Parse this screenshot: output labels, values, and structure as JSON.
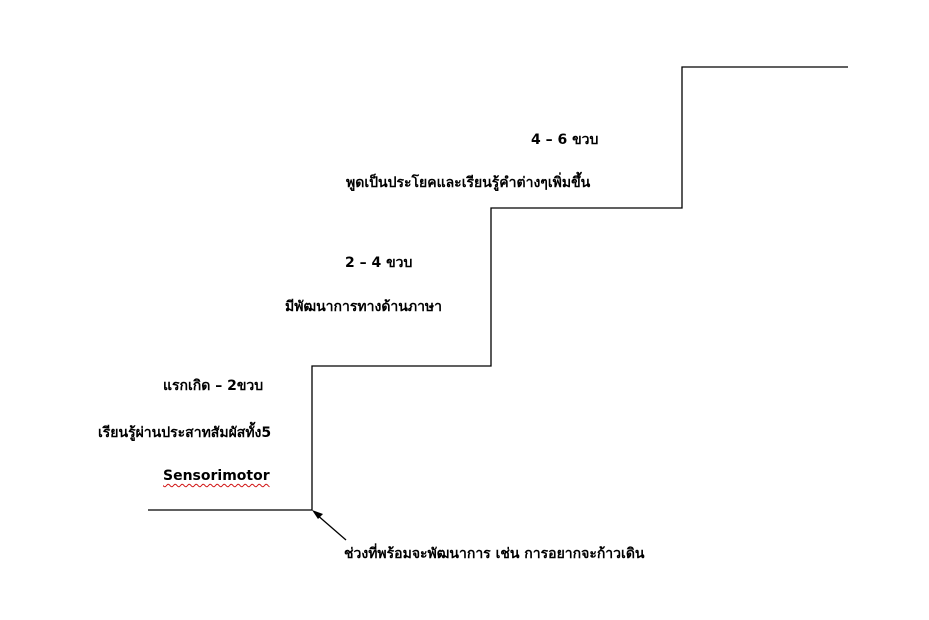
{
  "steps": [
    {
      "age": "แรกเกิด – 2ขวบ",
      "description": "เรียนรู้ผ่านประสาทสัมผัสทั้ง5",
      "stage_name": "Sensorimotor"
    },
    {
      "age": "2 – 4 ขวบ",
      "description": "มีพัฒนาการทางด้านภาษา"
    },
    {
      "age": "4 – 6 ขวบ",
      "description": "พูดเป็นประโยคและเรียนรู้คำต่างๆเพิ่มขึ้น"
    }
  ],
  "readiness_note": "ช่วงที่พร้อมจะพัฒนาการ  เช่น การอยากจะก้าวเดิน",
  "colors": {
    "line": "#000000",
    "text": "#000000",
    "spellcheck": "#d01010"
  }
}
